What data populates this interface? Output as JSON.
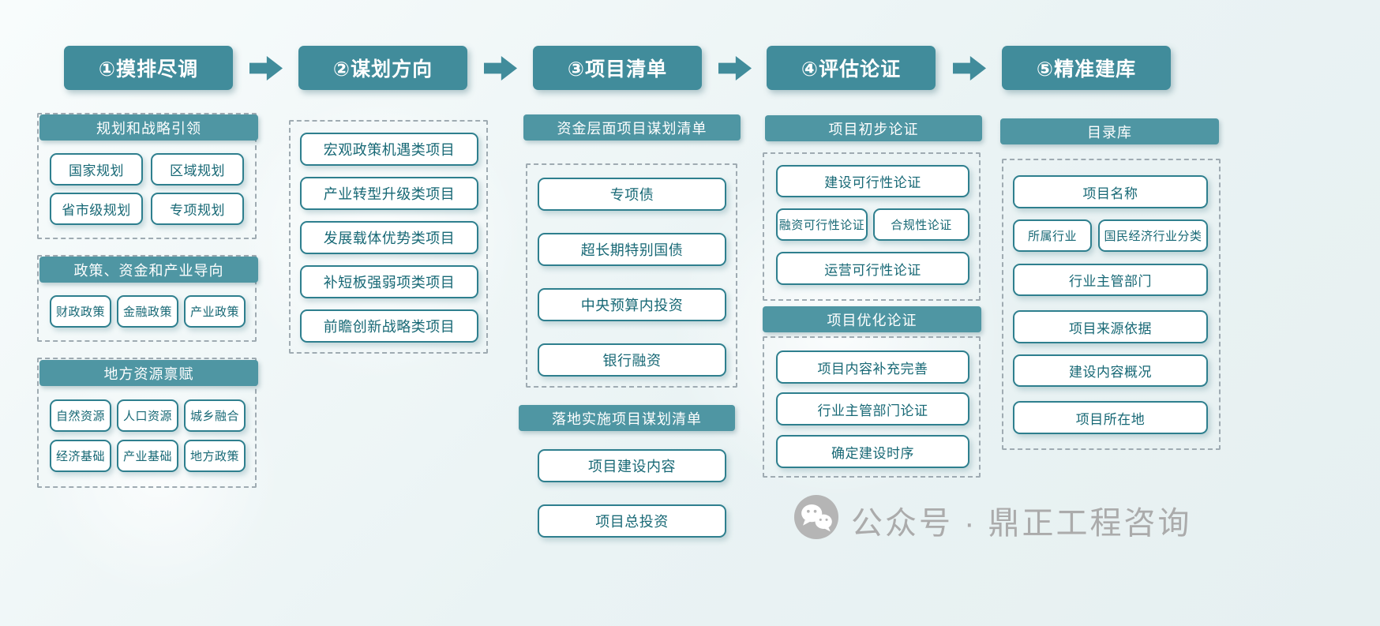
{
  "steps": [
    {
      "label": "①摸排尽调"
    },
    {
      "label": "②谋划方向"
    },
    {
      "label": "③项目清单"
    },
    {
      "label": "④评估论证"
    },
    {
      "label": "⑤精准建库"
    }
  ],
  "survey": {
    "groups": [
      {
        "header": "规划和战略引领",
        "items": [
          "国家规划",
          "区域规划",
          "省市级规划",
          "专项规划"
        ]
      },
      {
        "header": "政策、资金和产业导向",
        "items": [
          "财政政策",
          "金融政策",
          "产业政策"
        ]
      },
      {
        "header": "地方资源禀赋",
        "items": [
          "自然资源",
          "人口资源",
          "城乡融合",
          "经济基础",
          "产业基础",
          "地方政策"
        ]
      }
    ]
  },
  "direction": {
    "items": [
      "宏观政策机遇类项目",
      "产业转型升级类项目",
      "发展载体优势类项目",
      "补短板强弱项类项目",
      "前瞻创新战略类项目"
    ]
  },
  "project_list": {
    "sections": [
      {
        "header": "资金层面项目谋划清单",
        "items": [
          "专项债",
          "超长期特别国债",
          "中央预算内投资",
          "银行融资"
        ]
      },
      {
        "header": "落地实施项目谋划清单",
        "items": [
          "项目建设内容",
          "项目总投资"
        ]
      }
    ]
  },
  "evaluation": {
    "sections": [
      {
        "header": "项目初步论证",
        "items": [
          "建设可行性论证",
          "融资可行性论证",
          "合规性论证",
          "运营可行性论证"
        ]
      },
      {
        "header": "项目优化论证",
        "items": [
          "项目内容补充完善",
          "行业主管部门论证",
          "确定建设时序"
        ]
      }
    ]
  },
  "database": {
    "header": "目录库",
    "items": [
      "项目名称",
      "所属行业",
      "国民经济行业分类",
      "行业主管部门",
      "项目来源依据",
      "建设内容概况",
      "项目所在地"
    ]
  },
  "watermark": {
    "icon": "wechat-icon",
    "text": "公众号 · 鼎正工程咨询"
  },
  "colors": {
    "step_fill": "#418c9b",
    "bar_fill": "#4f96a3",
    "box_border": "#2e7f8e",
    "box_text": "#176875",
    "dash_border": "#9fabb2",
    "watermark_text": "#ababab"
  }
}
